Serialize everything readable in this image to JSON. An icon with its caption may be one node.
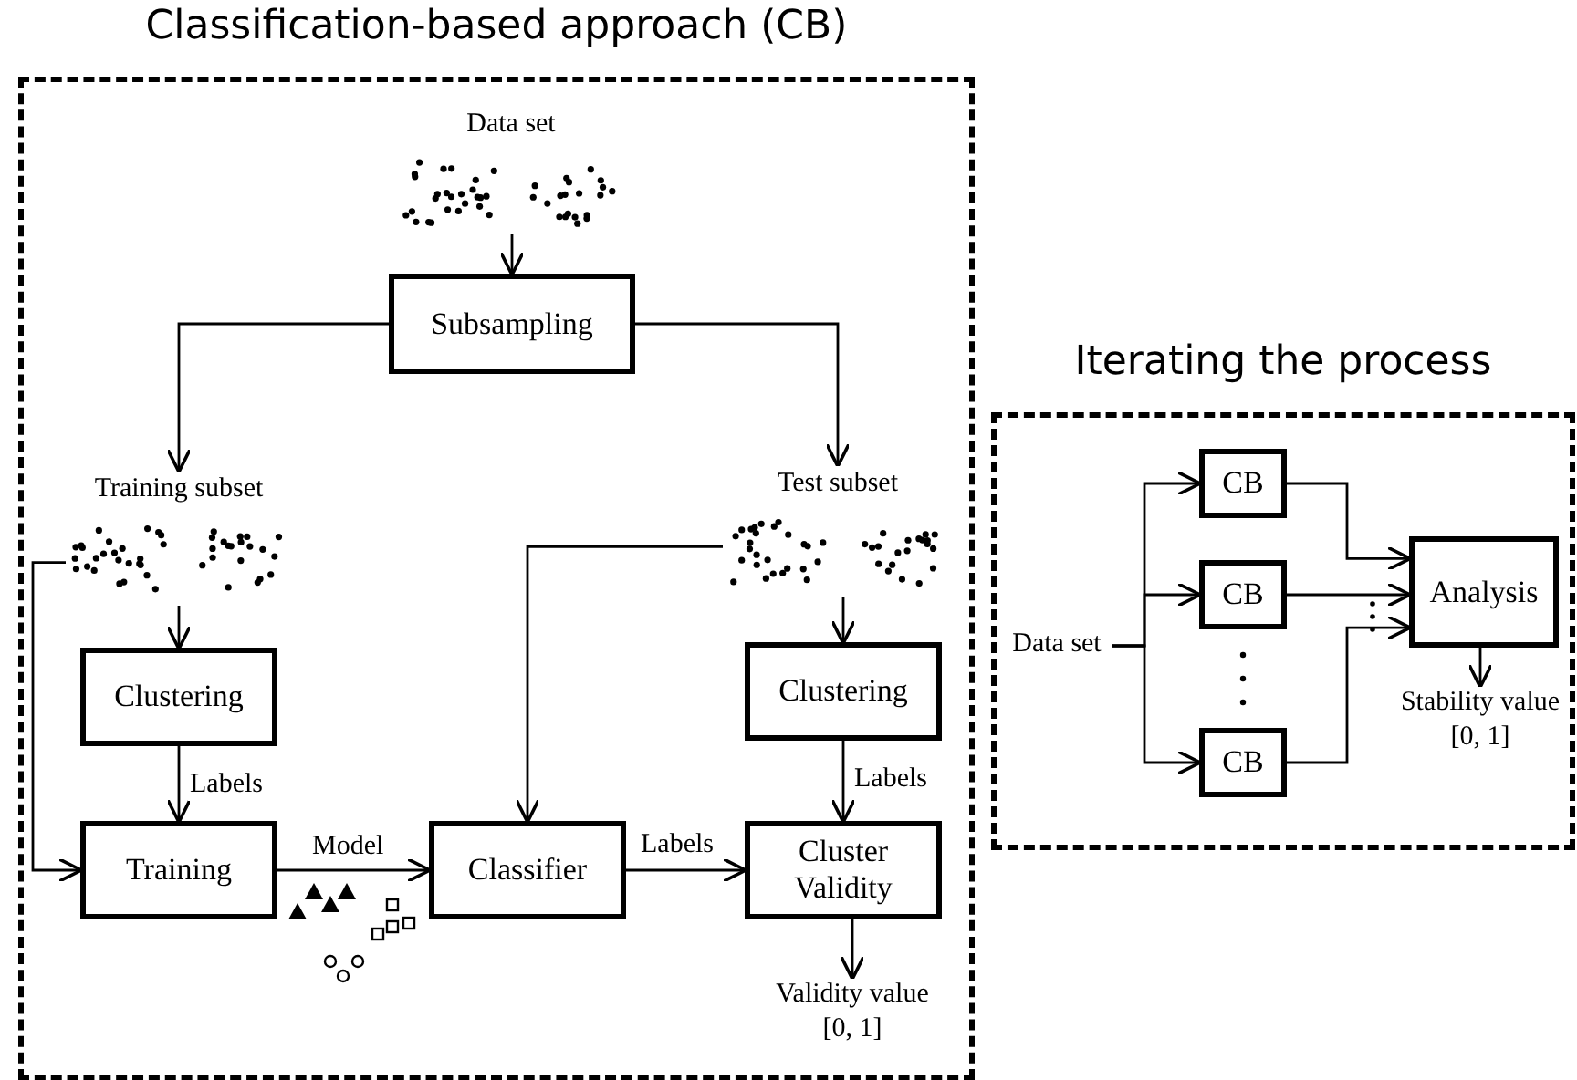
{
  "diagram": {
    "nodes": [
      {
        "text": [
          "Classification-based approach (CB)"
        ]
      },
      {
        "text": [
          "Data set"
        ],
        "in": 0
      },
      {
        "text": [
          "Subsampling"
        ],
        "in": 0
      },
      {
        "text": [
          "Training subset"
        ],
        "in": 0
      },
      {
        "text": [
          "Test subset"
        ],
        "in": 0
      },
      {
        "text": [
          "Clustering"
        ],
        "in": 0
      },
      {
        "text": [
          "Training"
        ],
        "in": 0
      },
      {
        "text": [
          "Classifier"
        ],
        "in": 0
      },
      {
        "text": [
          "Clustering"
        ],
        "in": 0
      },
      {
        "text": [
          "Cluster Validity"
        ],
        "in": 0
      },
      {
        "text": [
          "Validity value [0, 1]"
        ],
        "in": 0
      },
      {
        "text": [
          "Iterating the process"
        ]
      },
      {
        "text": [
          "Data set"
        ],
        "in": 11
      },
      {
        "text": [
          "CB"
        ],
        "in": 11
      },
      {
        "text": [
          "CB"
        ],
        "in": 11
      },
      {
        "text": [
          "CB"
        ],
        "in": 11
      },
      {
        "text": [
          "Analysis"
        ],
        "in": 11
      },
      {
        "text": [
          "Stability value [0, 1]"
        ],
        "in": 11
      }
    ],
    "edges": [
      {
        "from": 1,
        "to": 2,
        "arrow": "to"
      },
      {
        "from": 2,
        "to": 3,
        "arrow": "to"
      },
      {
        "from": 2,
        "to": 4,
        "arrow": "to"
      },
      {
        "from": 3,
        "to": 5,
        "arrow": "to"
      },
      {
        "from": 3,
        "to": 6,
        "arrow": "to"
      },
      {
        "from": 5,
        "to": 6,
        "arrow": "to",
        "label": "Labels"
      },
      {
        "from": 6,
        "to": 7,
        "arrow": "to",
        "label": "Model"
      },
      {
        "from": 4,
        "to": 7,
        "arrow": "to"
      },
      {
        "from": 4,
        "to": 8,
        "arrow": "to"
      },
      {
        "from": 8,
        "to": 9,
        "arrow": "to",
        "label": "Labels"
      },
      {
        "from": 7,
        "to": 9,
        "arrow": "to",
        "label": "Labels"
      },
      {
        "from": 9,
        "to": 10,
        "arrow": "to"
      },
      {
        "from": 12,
        "to": 13,
        "arrow": "to"
      },
      {
        "from": 12,
        "to": 14,
        "arrow": "to"
      },
      {
        "from": 12,
        "to": 15,
        "arrow": "to"
      },
      {
        "from": 13,
        "to": 16,
        "arrow": "to"
      },
      {
        "from": 14,
        "to": 16,
        "arrow": "to"
      },
      {
        "from": 15,
        "to": 16,
        "arrow": "to"
      },
      {
        "from": 16,
        "to": 17,
        "arrow": "to"
      }
    ]
  }
}
